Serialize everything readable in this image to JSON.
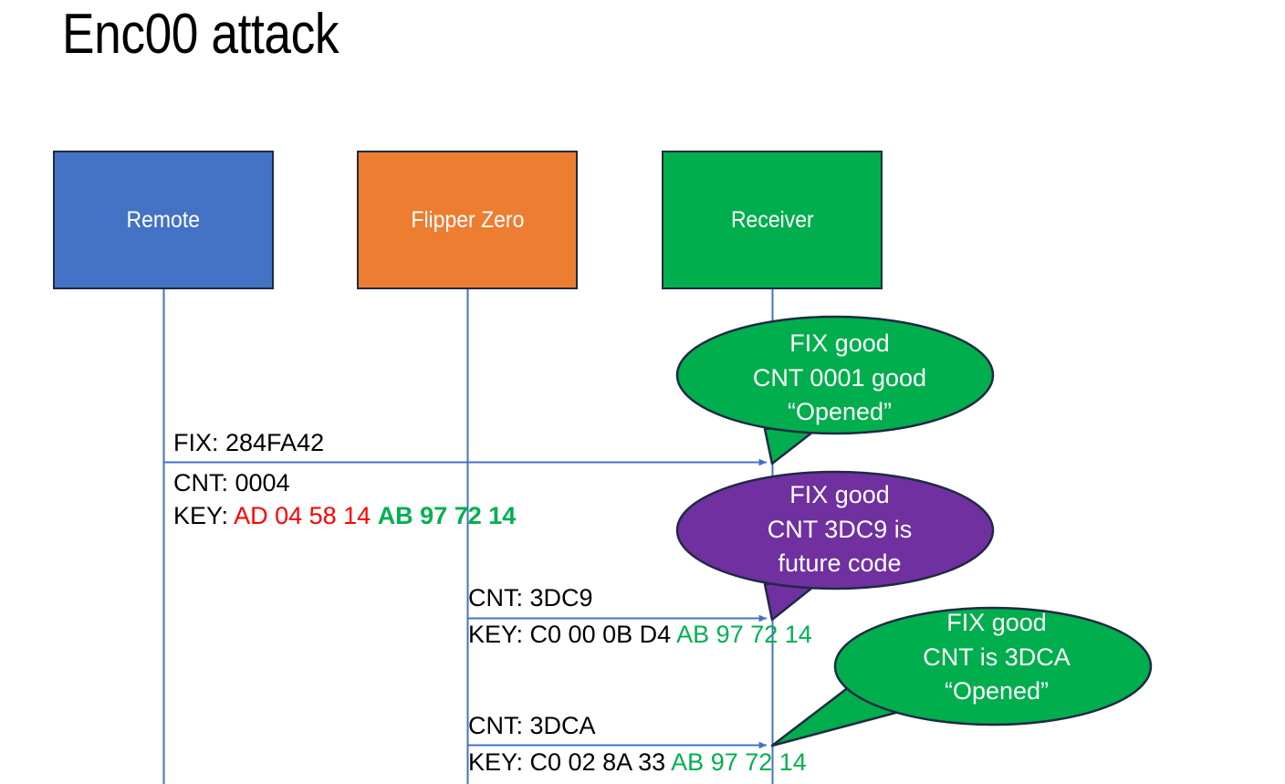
{
  "slide": {
    "title": "Enc00 attack",
    "background": "#ffffff"
  },
  "colors": {
    "remote_blue": "#4472C4",
    "flipper_orange": "#ED7D31",
    "receiver_green": "#00AE4D",
    "callout_green": "#00AE4D",
    "callout_purple": "#7030A0",
    "line_blue": "#4472C4",
    "border_dark": "#1F2A44",
    "hex_red": "#FF0000",
    "hex_green": "#00B050",
    "text_black": "#000000",
    "text_white": "#FFFFFF"
  },
  "actors": [
    {
      "id": "remote",
      "label": "Remote"
    },
    {
      "id": "flipper",
      "label": "Flipper Zero"
    },
    {
      "id": "receiver",
      "label": "Receiver"
    }
  ],
  "messages": [
    {
      "id": "msg1",
      "from": "remote",
      "to": "receiver",
      "fix_line": "FIX: 284FA42",
      "cnt_line": "CNT: 0004",
      "key_prefix": "KEY: ",
      "key_red": "AD 04 58 14",
      "key_green": "AB 97 72 14"
    },
    {
      "id": "msg2",
      "from": "flipper",
      "to": "receiver",
      "cnt_line": "CNT: 3DC9",
      "key_prefix": "KEY: C0 00 0B D4 ",
      "key_green": "AB 97 72 14"
    },
    {
      "id": "msg3",
      "from": "flipper",
      "to": "receiver",
      "cnt_line": "CNT: 3DCA",
      "key_prefix": "KEY: C0 02 8A 33 ",
      "key_green": "AB 97 72 14"
    }
  ],
  "callouts": [
    {
      "id": "callout1",
      "color": "#00AE4D",
      "line1": "FIX good",
      "line2": "CNT 0001 good",
      "line3": "“Opened”"
    },
    {
      "id": "callout2",
      "color": "#7030A0",
      "line1": "FIX good",
      "line2": "CNT 3DC9 is",
      "line3": "future code"
    },
    {
      "id": "callout3",
      "color": "#00AE4D",
      "line1": "FIX good",
      "line2": "CNT is 3DCA",
      "line3": "“Opened”"
    }
  ]
}
